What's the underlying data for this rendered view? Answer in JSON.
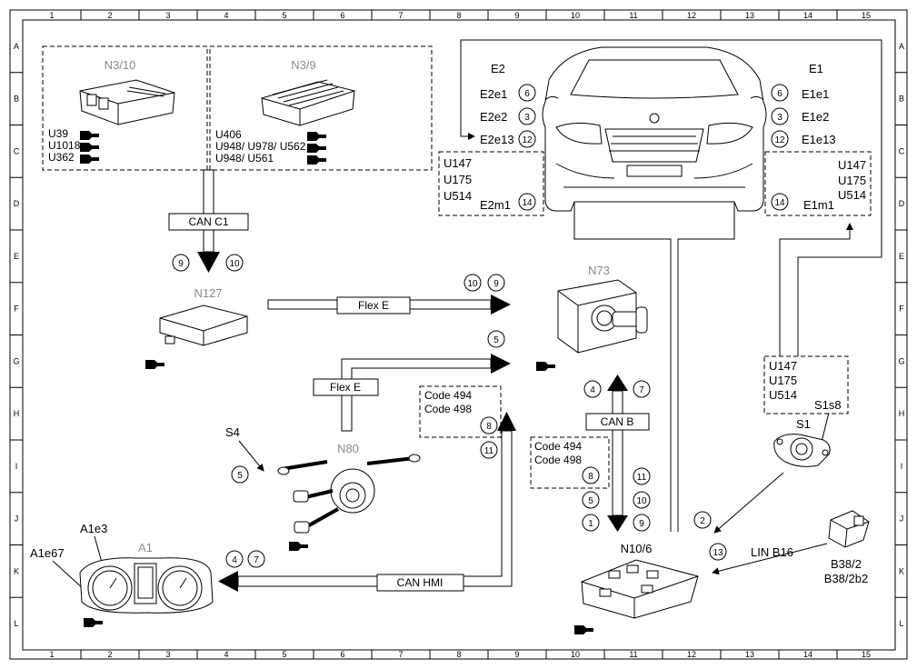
{
  "grid": {
    "columns": [
      "1",
      "2",
      "3",
      "4",
      "5",
      "6",
      "7",
      "8",
      "9",
      "10",
      "11",
      "12",
      "13",
      "14",
      "15"
    ],
    "rows": [
      "A",
      "B",
      "C",
      "D",
      "E",
      "F",
      "G",
      "H",
      "I",
      "J",
      "K",
      "L"
    ]
  },
  "components": {
    "n3_10": {
      "label": "N3/10",
      "codes": [
        "U39",
        "U1018",
        "U362"
      ]
    },
    "n3_9": {
      "label": "N3/9",
      "codes": [
        "U406",
        "U948/ U978/ U562",
        "U948/ U561"
      ]
    },
    "n127": {
      "label": "N127"
    },
    "n73": {
      "label": "N73"
    },
    "n80": {
      "label": "N80"
    },
    "s4": {
      "label": "S4"
    },
    "a1": {
      "label": "A1"
    },
    "a1e3": {
      "label": "A1e3"
    },
    "a1e67": {
      "label": "A1e67"
    },
    "n10_6": {
      "label": "N10/6"
    },
    "s1": {
      "label": "S1"
    },
    "s1s8": {
      "label": "S1s8"
    },
    "b38": {
      "label1": "B38/2",
      "label2": "B38/2b2"
    },
    "e1": {
      "label": "E1",
      "items": [
        "E1e1",
        "E1e2",
        "E1e13"
      ],
      "nums": [
        "6",
        "3",
        "12"
      ]
    },
    "e2": {
      "label": "E2",
      "items": [
        "E2e1",
        "E2e2",
        "E2e13"
      ],
      "nums": [
        "6",
        "3",
        "12"
      ]
    },
    "e2m1": {
      "label": "E2m1",
      "num": "14",
      "codes": [
        "U147",
        "U175",
        "U514"
      ]
    },
    "e1m1": {
      "label": "E1m1",
      "num": "14",
      "codes": [
        "U147",
        "U175",
        "U514"
      ]
    },
    "s1box": {
      "codes": [
        "U147",
        "U175",
        "U514"
      ]
    },
    "code_box1": {
      "codes": [
        "Code 494",
        "Code 498"
      ],
      "num": "8"
    },
    "code_box2": {
      "codes": [
        "Code 494",
        "Code 498"
      ],
      "num": "8"
    }
  },
  "buses": {
    "can_c1": "CAN C1",
    "flex_e1": "Flex E",
    "flex_e2": "Flex E",
    "can_b": "CAN B",
    "can_hmi": "CAN HMI",
    "lin_b16": "LIN B16"
  },
  "numbers": {
    "n9a": "9",
    "n10a": "10",
    "n10b": "10",
    "n9b": "9",
    "n5a": "5",
    "n11a": "11",
    "n5s4": "5",
    "n4a": "4",
    "n7a": "7",
    "n4b": "4",
    "n7b": "7",
    "n11b": "11",
    "n5b": "5",
    "n10c": "10",
    "n1": "1",
    "n9c": "9",
    "n2": "2",
    "n13": "13"
  }
}
